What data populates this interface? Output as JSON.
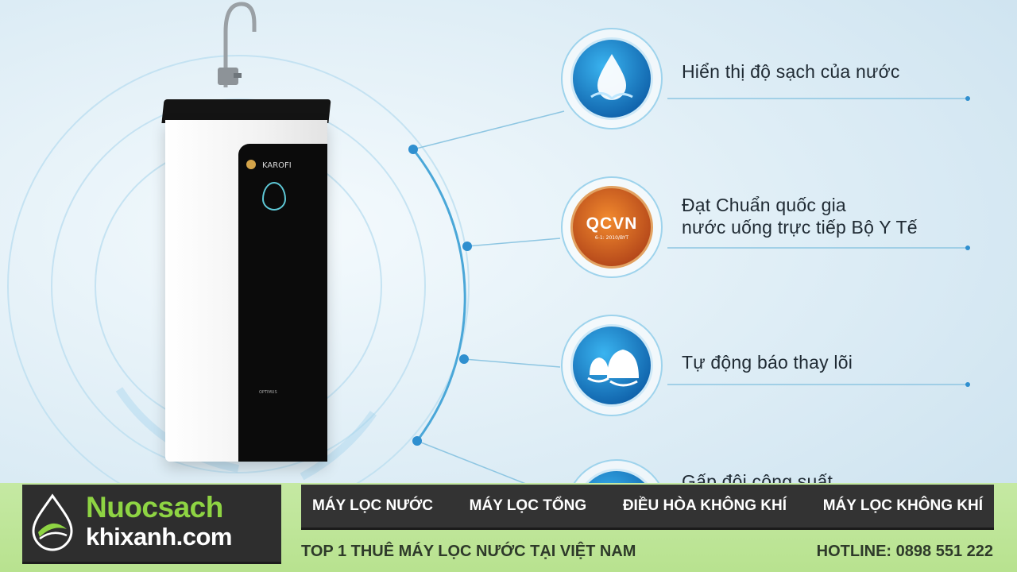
{
  "product": {
    "brand": "KAROFI",
    "panel_text": "OPTIMUS"
  },
  "features": [
    {
      "line1": "Hiển thị độ sạch của nước",
      "line2": ""
    },
    {
      "line1": "Đạt Chuẩn quốc gia",
      "line2": "nước uống trực tiếp Bộ Y Tế"
    },
    {
      "line1": "Tự động báo thay lõi",
      "line2": ""
    },
    {
      "line1": "Gấp đôi công suất",
      "line2": ""
    }
  ],
  "badge_qcvn": {
    "label": "QCVN",
    "sub": "6-1: 2010/BYT"
  },
  "logo": {
    "line1": "Nuocsach",
    "line2": "khixanh.com"
  },
  "nav": {
    "items": [
      "MÁY LỌC NƯỚC",
      "MÁY LỌC TỔNG",
      "ĐIỀU HÒA KHÔNG KHÍ",
      "MÁY LỌC KHÔNG KHÍ"
    ]
  },
  "tagline": "TOP 1 THUÊ MÁY LỌC NƯỚC TẠI VIỆT NAM",
  "hotline": "HOTLINE: 0898 551 222",
  "colors": {
    "brand_green": "#8ed443",
    "bar_dark": "#333333",
    "accent_blue": "#0e5fa8"
  }
}
